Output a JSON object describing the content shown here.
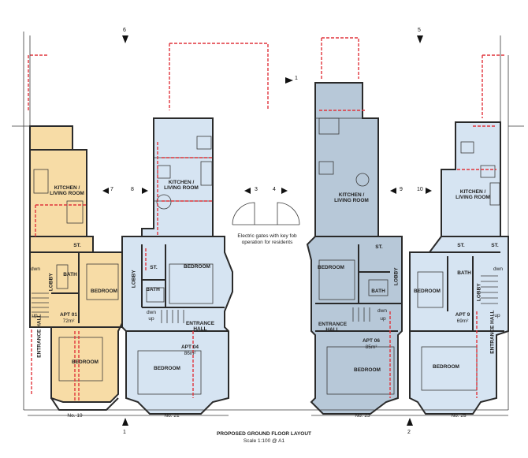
{
  "drawing": {
    "title": "PROPOSED GROUND FLOOR LAYOUT",
    "scale": "Scale 1:100 @ A1",
    "gate_note": "Electric gates with key fob operation for residents"
  },
  "section_marks": {
    "m1": "1",
    "m2": "2",
    "m3": "3",
    "m4": "4",
    "m5": "5",
    "m6": "6",
    "m7": "7",
    "m8": "8",
    "m9": "9",
    "m10": "10"
  },
  "house_numbers": {
    "n19": "No. 19",
    "n21": "No. 21",
    "n23": "No. 23",
    "n25": "No. 25"
  },
  "apt01": {
    "kitchen": "KITCHEN /\nLIVING ROOM",
    "store": "ST.",
    "bath": "BATH",
    "lobby": "LOBBY",
    "bedroom_small": "BEDROOM",
    "name": "APT 01",
    "area": "72m²",
    "bedroom": "BEDROOM",
    "entrance": "ENTRANCE\nHALL",
    "dwn": "dwn",
    "up": "up"
  },
  "apt04": {
    "kitchen": "KITCHEN /\nLIVING ROOM",
    "lobby": "LOBBY",
    "store": "ST.",
    "bedroom_small": "BEDROOM",
    "bath": "BATH",
    "dwn": "dwn",
    "up": "up",
    "entrance": "ENTRANCE\nHALL",
    "name": "APT 04",
    "area": "86m²",
    "bedroom": "BEDROOM"
  },
  "apt06": {
    "kitchen": "KITCHEN /\nLIVING ROOM",
    "store": "ST.",
    "bedroom_small": "BEDROOM",
    "bath": "BATH",
    "lobby": "LOBBY",
    "entrance": "ENTRANCE\nHALL",
    "dwn": "dwn",
    "up": "up",
    "name": "APT 06",
    "area": "85m²",
    "bedroom": "BEDROOM"
  },
  "apt09": {
    "kitchen": "KITCHEN /\nLIVING ROOM",
    "store1": "ST.",
    "store2": "ST.",
    "bath": "BATH",
    "dwn": "dwn",
    "bedroom_small": "BEDROOM",
    "lobby": "LOBBY",
    "name": "APT 9",
    "area": "69m²",
    "entrance": "ENTRANCE\nHALL",
    "up": "up",
    "bedroom": "BEDROOM"
  },
  "colors": {
    "apt01_fill": "#f7dca6",
    "apt04_fill": "#d6e4f2",
    "apt06_fill": "#b7c8d8",
    "apt09_fill": "#d6e4f2",
    "wall": "#2a2a2a",
    "demolition": "#e0343b"
  }
}
